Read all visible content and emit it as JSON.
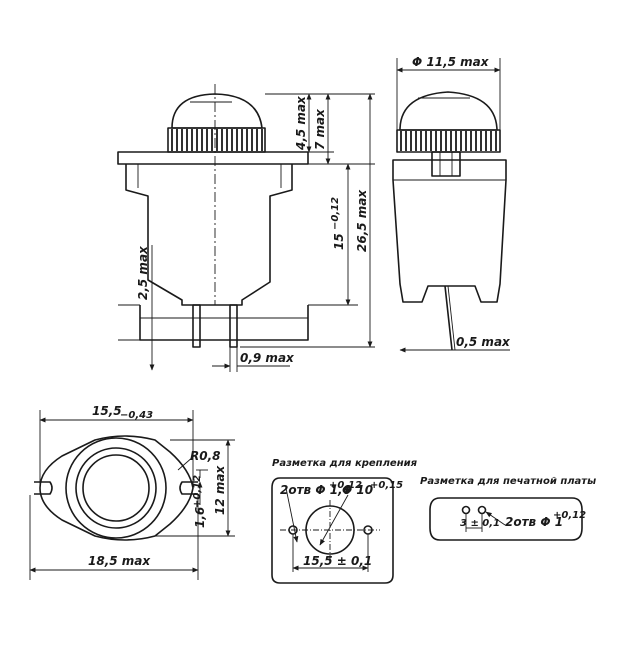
{
  "dimensions": {
    "diameter_max": "Φ 11,5 max",
    "dome_height": "4,5 max",
    "head_height": "7 max",
    "body_height": "15",
    "body_height_tol": "−0,12",
    "total_height": "26,5 max",
    "pin_length": "2,5 max",
    "pin_width": "0,9 max",
    "pin_offset": "0,5 max",
    "flange_width": "15,5",
    "flange_width_tol": "−0,43",
    "flange_total": "18,5 max",
    "corner_radius": "R0,8",
    "hole_diameter": "1,6",
    "hole_diameter_tol": "+0,12",
    "flange_height": "12 max"
  },
  "mount_marking": {
    "caption": "Разметка для крепления",
    "holes": "2отв Φ 1,6",
    "holes_tol": "+0,12",
    "center_hole": "Φ 10",
    "center_hole_tol": "+0,15",
    "spacing": "15,5 ± 0,1"
  },
  "pcb_marking": {
    "caption": "Разметка для печатной платы",
    "spacing": "3 ± 0,1",
    "holes": "2отв Φ 1",
    "holes_tol": "+0,12"
  }
}
